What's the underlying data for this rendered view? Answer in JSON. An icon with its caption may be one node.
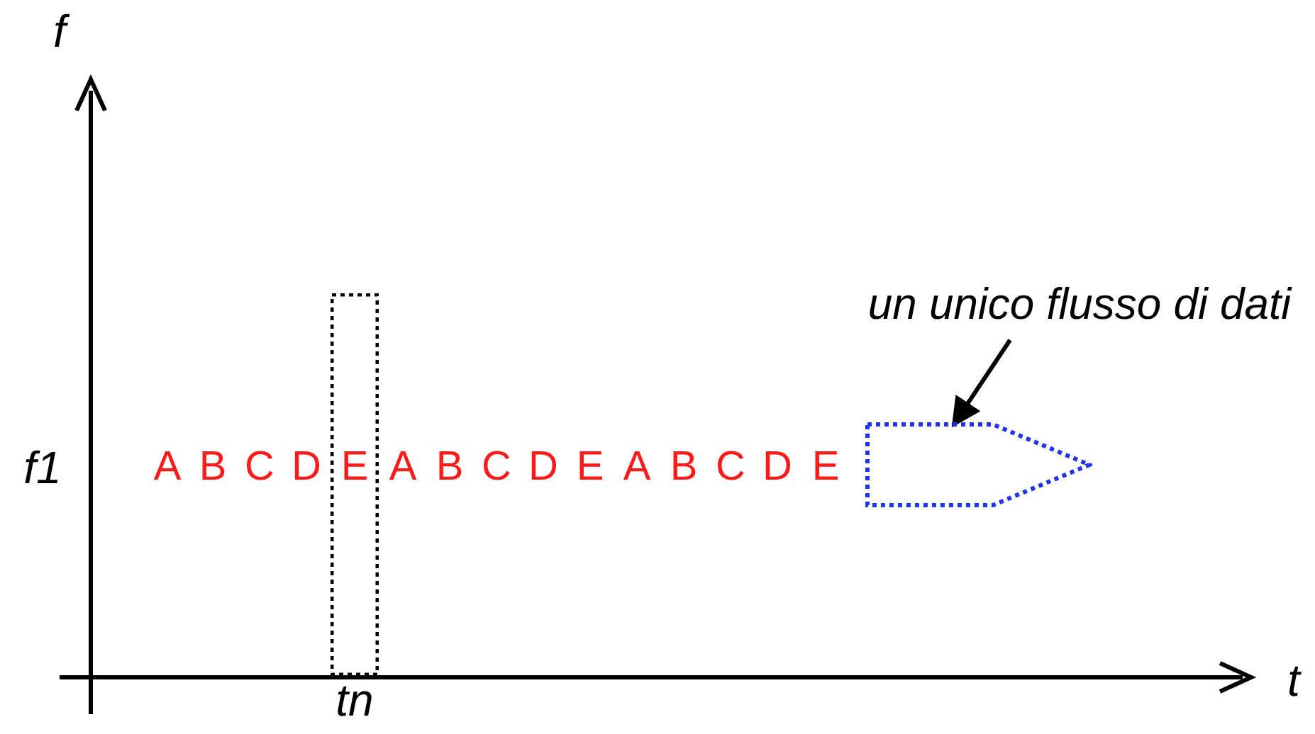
{
  "diagram": {
    "nodes": [
      {
        "text": [
          "un unico flusso di dati"
        ]
      },
      {
        "text": [],
        "shape": "arrow"
      },
      {
        "text": [],
        "shape": "box"
      }
    ],
    "edges": [
      {
        "from": 0,
        "to": 1,
        "arrow": "to"
      }
    ],
    "labels": [
      "f",
      "f1",
      "A",
      "B",
      "C",
      "D",
      "E",
      "A",
      "B",
      "C",
      "D",
      "E",
      "A",
      "B",
      "C",
      "D",
      "E",
      "t",
      "tn"
    ]
  }
}
